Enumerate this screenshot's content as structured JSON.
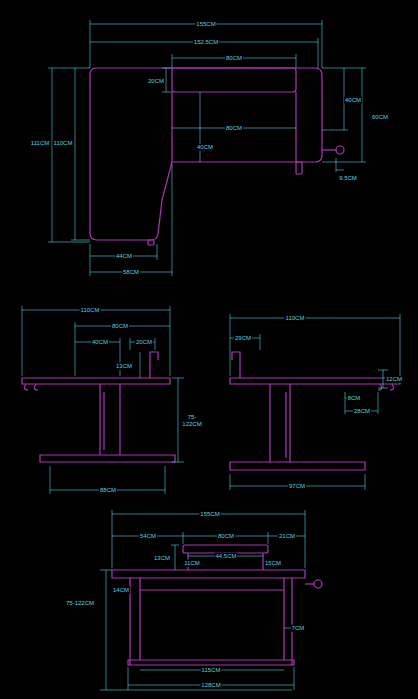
{
  "diagram": {
    "labels": [
      "155CM",
      "152.5CM",
      "80CM",
      "20CM",
      "40CM",
      "60CM",
      "111CM",
      "110CM",
      "80CM",
      "40CM",
      "9.5CM",
      "44CM",
      "58CM",
      "110CM",
      "80CM",
      "40CM",
      "20CM",
      "13CM",
      "75- 122CM",
      "88CM",
      "110CM",
      "29CM",
      "12CM",
      "8CM",
      "28CM",
      "97CM",
      "155CM",
      "54CM",
      "80CM",
      "21CM",
      "13CM",
      "11CM",
      "44.5CM",
      "15CM",
      "14CM",
      "75-122CM",
      "7CM",
      "115CM",
      "128CM"
    ]
  }
}
